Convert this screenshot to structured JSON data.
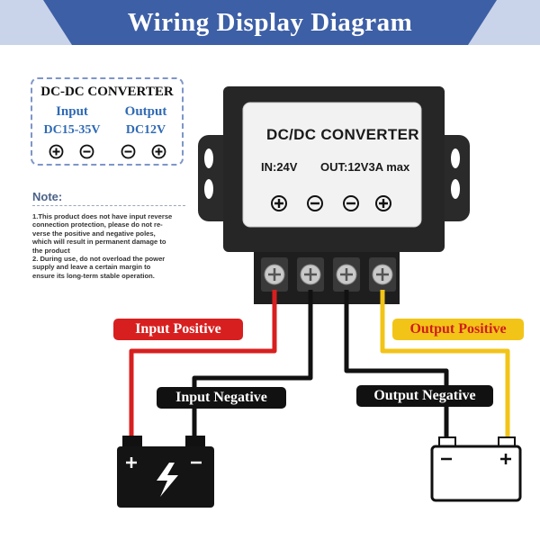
{
  "title": "Wiring Display Diagram",
  "spec": {
    "heading": "DC-DC CONVERTER",
    "input_label": "Input",
    "input_value": "DC15-35V",
    "output_label": "Output",
    "output_value": "DC12V"
  },
  "note": {
    "heading": "Note:",
    "lines": [
      "1.This product does not have input reverse",
      "connection protection, please do not re-",
      "verse the positive and negative poles,",
      "which will result in permanent damage to",
      "the product",
      "2. During use, do not overload the power",
      "supply and leave a certain margin to",
      "ensure its long-term stable operation."
    ]
  },
  "device": {
    "title": "DC/DC CONVERTER",
    "input_rating": "IN:24V",
    "output_rating": "OUT:12V3A max"
  },
  "labels": {
    "input_positive": "Input Positive",
    "input_negative": "Input Negative",
    "output_negative": "Output Negative",
    "output_positive": "Output Positive"
  },
  "colors": {
    "header": "#3d5fa6",
    "wire_positive_in": "#d81f1f",
    "wire_negative": "#111111",
    "wire_positive_out": "#f2c418",
    "spec_text": "#2f6ab5"
  }
}
